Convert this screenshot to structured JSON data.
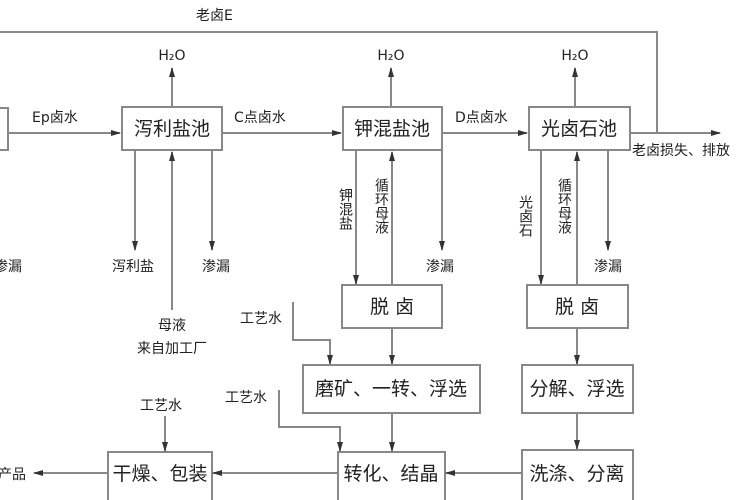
{
  "top_loop_label": "老卤E",
  "water": "H₂O",
  "boxes": {
    "epsom_pond": "泻利盐池",
    "potash_mix_pond": "钾混盐池",
    "carnallite_pond": "光卤石池",
    "debrine_1": "脱 卤",
    "debrine_2": "脱 卤",
    "grind_convert_float": "磨矿、一转、浮选",
    "decompose_float": "分解、浮选",
    "convert_crystallize": "转化、结晶",
    "wash_separate": "洗涤、分离",
    "dry_pack": "干燥、包装"
  },
  "flows": {
    "ep_brine": "Ep卤水",
    "c_brine": "C点卤水",
    "d_brine": "D点卤水",
    "old_brine_loss": "老卤损失、排放",
    "epsom_salt": "泻利盐",
    "seepage": "渗漏",
    "mother_liquor": "母液",
    "from_plant": "来自加工厂",
    "potash_mix_salt": "钾混盐",
    "recycle_liquor": "循环母液",
    "carnallite": "光卤石",
    "process_water": "工艺水",
    "product": "产品"
  }
}
